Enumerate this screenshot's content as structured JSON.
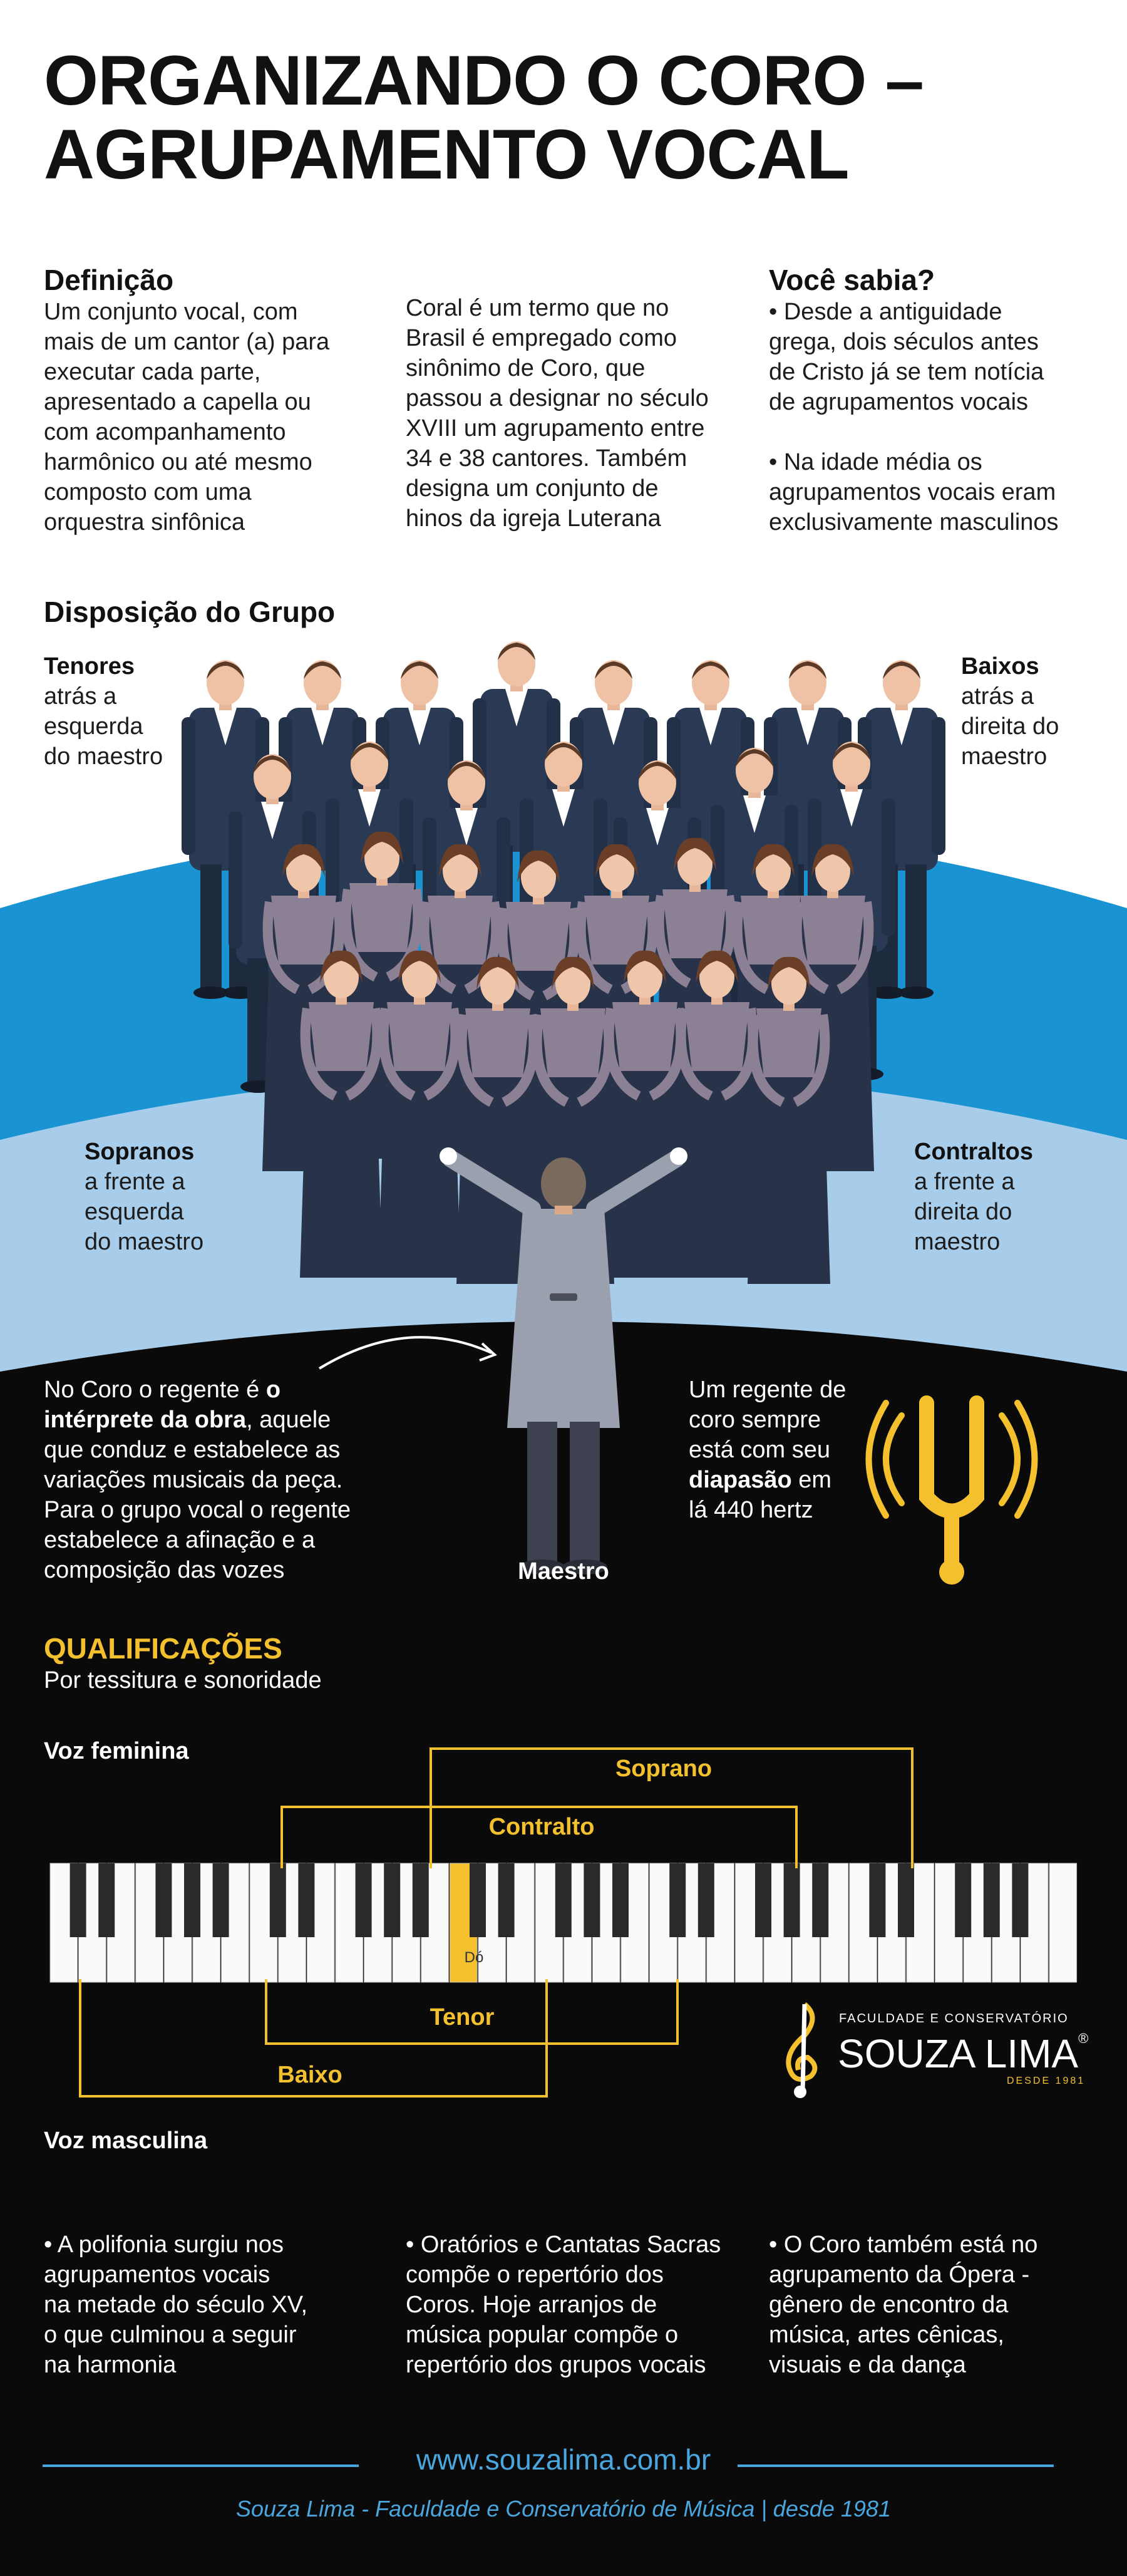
{
  "title_line1": "ORGANIZANDO O CORO –",
  "title_line2": "AGRUPAMENTO VOCAL",
  "definition": {
    "heading": "Definição",
    "lines": [
      "Um conjunto vocal, com",
      "mais de um cantor (a) para",
      "executar cada parte,",
      "apresentado a capella ou",
      "com acompanhamento",
      "harmônico ou até mesmo",
      "composto com uma",
      "orquestra sinfônica"
    ]
  },
  "coral": {
    "lines": [
      "Coral é um termo que no",
      "Brasil é empregado como",
      "sinônimo de Coro, que",
      "passou a designar no século",
      "XVIII um agrupamento entre",
      "34 e 38 cantores. Também",
      "designa um conjunto de",
      "hinos da igreja Luterana"
    ]
  },
  "did_you_know": {
    "heading": "Você sabia?",
    "lines": [
      "• Desde a antiguidade",
      "grega, dois séculos antes",
      "de Cristo já se tem notícia",
      "de agrupamentos vocais",
      "",
      "• Na idade média os",
      "agrupamentos vocais eram",
      "exclusivamente masculinos"
    ]
  },
  "disposition_heading": "Disposição do Grupo",
  "tenores": {
    "title": "Tenores",
    "lines": [
      "atrás a",
      "esquerda",
      "do maestro"
    ]
  },
  "baixos": {
    "title": "Baixos",
    "lines": [
      "atrás a",
      "direita do",
      "maestro"
    ]
  },
  "sopranos": {
    "title": "Sopranos",
    "lines": [
      "a frente a",
      "esquerda",
      "do maestro"
    ]
  },
  "contraltos": {
    "title": "Contraltos",
    "lines": [
      "a frente a",
      "direita do",
      "maestro"
    ]
  },
  "regente": {
    "l1a": "No Coro o regente é ",
    "l1b": "o",
    "l2a": "intérprete da obra",
    "l2b": ", aquele",
    "rest": [
      "que conduz e estabelece as",
      "variações musicais da peça.",
      "Para o grupo vocal o regente",
      "estabelece a afinação e a",
      "composição das vozes"
    ]
  },
  "maestro_label": "Maestro",
  "diapasao": {
    "l1": "Um regente de",
    "l2": "coro sempre",
    "l3": "está com seu",
    "l4a": "diapasão",
    "l4b": " em",
    "l5": "lá 440 hertz"
  },
  "qualificacoes": {
    "heading": "QUALIFICAÇÕES",
    "subheading": "Por tessitura e sonoridade"
  },
  "voz_feminina": "Voz feminina",
  "voz_masculina": "Voz masculina",
  "ranges": {
    "soprano": "Soprano",
    "contralto": "Contralto",
    "tenor": "Tenor",
    "baixo": "Baixo"
  },
  "do_label": "Dó",
  "logo": {
    "top": "FACULDADE E CONSERVATÓRIO",
    "name1": "SOUZA",
    "name2": "LIMA",
    "reg": "®",
    "since": "DESDE 1981"
  },
  "bullets": [
    [
      "• A polifonia surgiu nos",
      "agrupamentos vocais",
      "na metade do século XV,",
      "o que culminou a seguir",
      "na harmonia"
    ],
    [
      "• Oratórios e Cantatas Sacras",
      "compõe o repertório dos",
      "Coros. Hoje arranjos de",
      "música popular compõe o",
      "repertório dos grupos vocais"
    ],
    [
      "• O Coro também está no",
      "agrupamento da Ópera -",
      "gênero de encontro da",
      "música, artes cênicas,",
      "visuais e da dança"
    ]
  ],
  "url": "www.souzalima.com.br",
  "footer": "Souza Lima - Faculdade e Conservatório de Música | desde 1981",
  "colors": {
    "accent": "#f5c02e",
    "blue": "#45a7e0",
    "dark": "#0a0a0a",
    "suit": "#2b3a54",
    "dress": "#28334a"
  }
}
